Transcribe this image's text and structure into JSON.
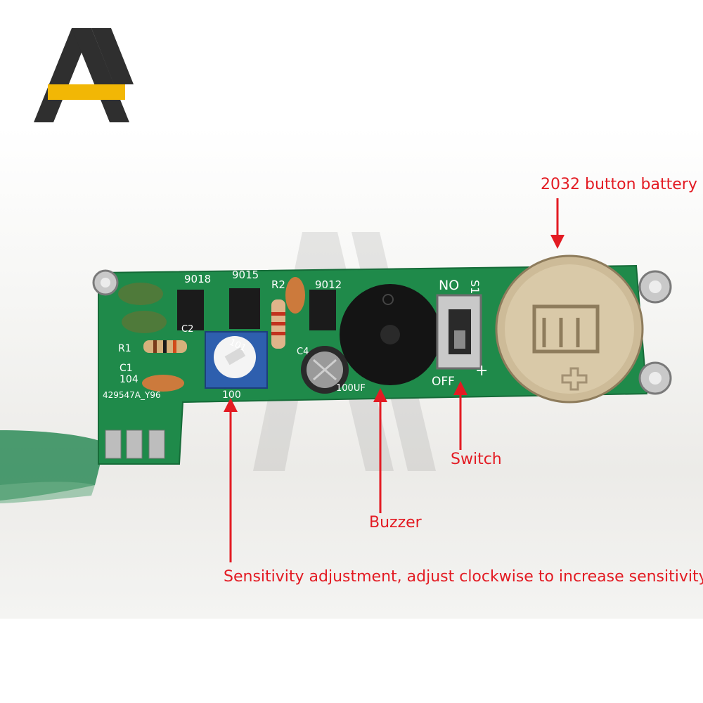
{
  "labels": {
    "battery": "2032 button battery",
    "switch": "Switch",
    "buzzer": "Buzzer",
    "sensitivity": "Sensitivity adjustment, adjust clockwise to increase sensitivity"
  },
  "board_silkscreen": {
    "q1": "9018",
    "q2": "9015",
    "r2": "R2",
    "q3": "9012",
    "r1": "R1",
    "c1": "C1",
    "c1_value": "104",
    "c2": "C2",
    "c4": "C4",
    "pot_value": "100",
    "pot_code": "101",
    "cap_value": "100UF",
    "switch_label": "S1",
    "switch_on": "NO",
    "switch_off": "OFF",
    "plus": "+",
    "board_code": "429547A_Y96"
  },
  "colors": {
    "annotation": "#e31b23",
    "pcb": "#1f8a4a",
    "logo_dark": "#2f2f2f",
    "logo_accent": "#f2b705"
  },
  "icons": {
    "logo": "brand-logo-icon",
    "arrow": "arrow-icon"
  }
}
